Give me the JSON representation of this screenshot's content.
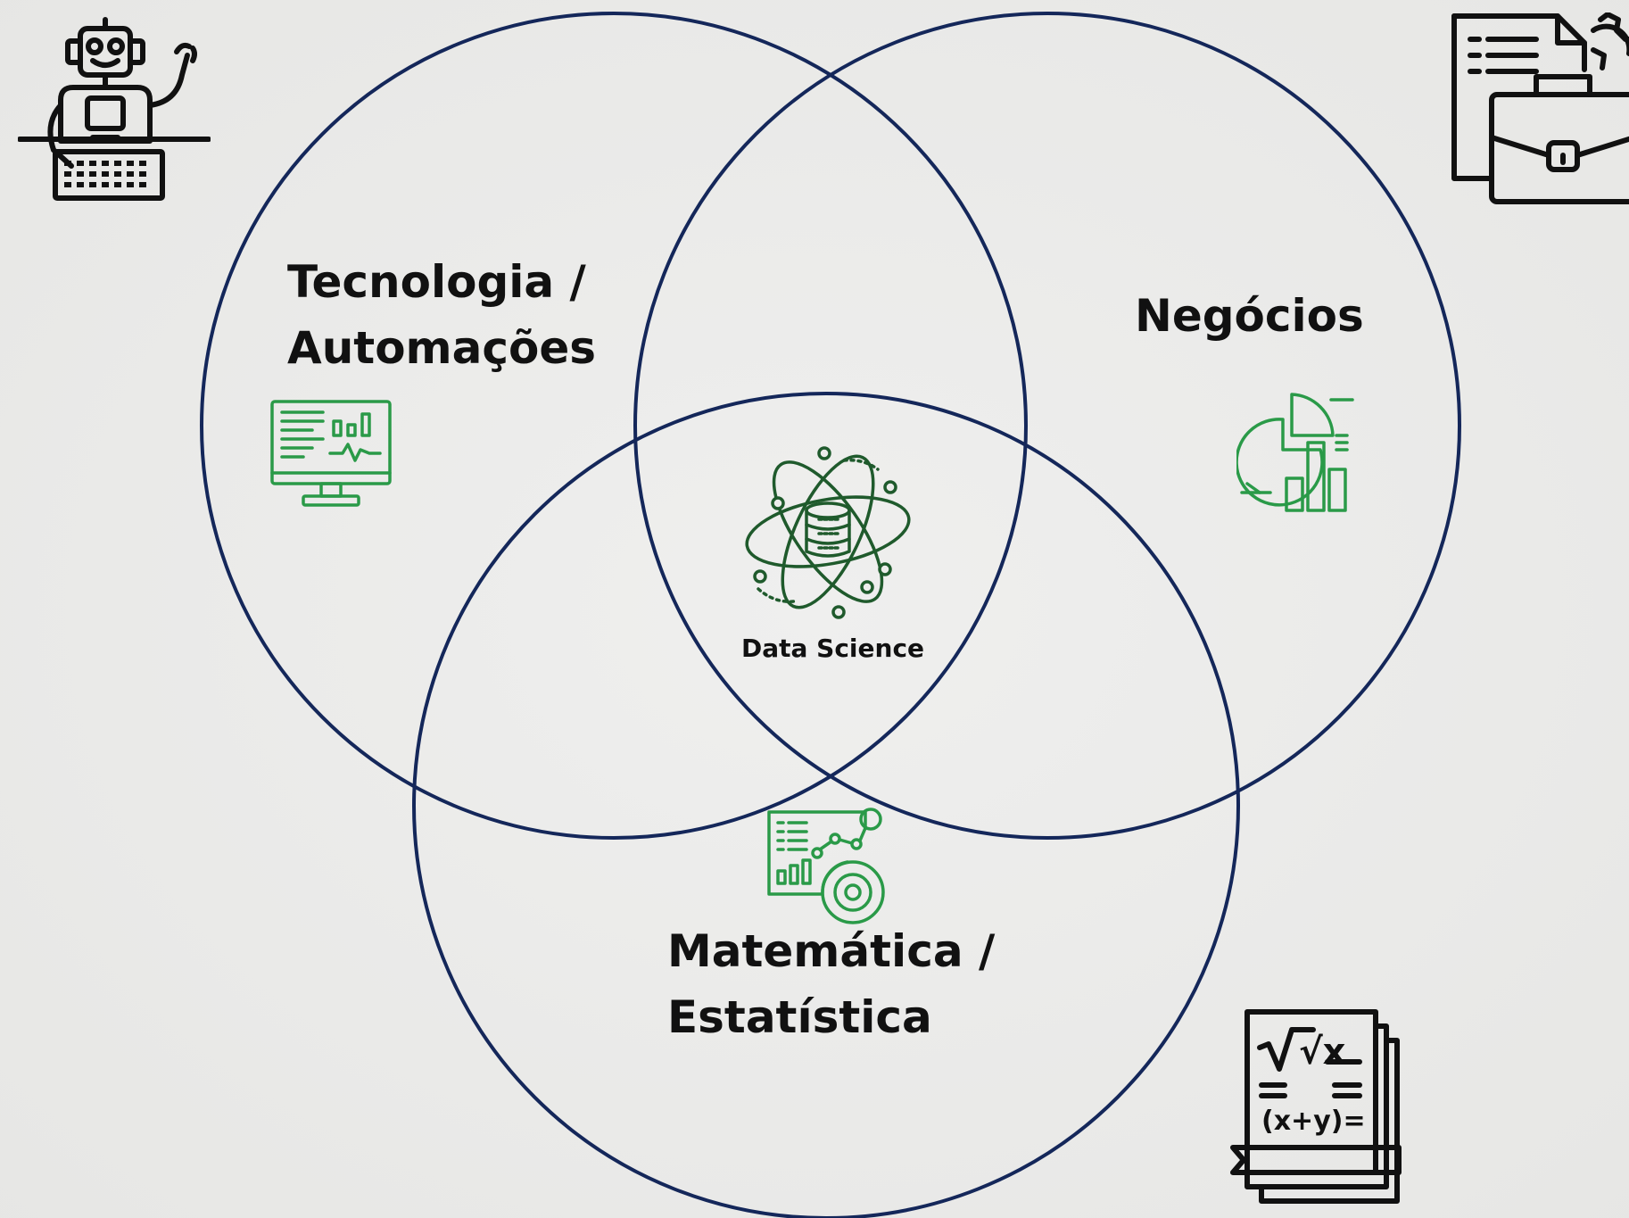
{
  "diagram": {
    "sets": [
      {
        "id": "tecnologia",
        "line1": "Tecnologia /",
        "line2": "Automações"
      },
      {
        "id": "negocios",
        "line1": "Negócios"
      },
      {
        "id": "matematica",
        "line1": "Matemática /",
        "line2": "Estatística"
      }
    ],
    "center": {
      "label": "Data Science"
    }
  },
  "colors": {
    "circle_stroke": "#14275a",
    "icon_green": "#2a9a48",
    "icon_dark_green": "#1f5a2c",
    "icon_black": "#111111",
    "background": "#ececeb"
  },
  "icons": {
    "top_left": "robot-at-keyboard-icon",
    "top_right": "document-briefcase-gear-icon",
    "bottom_right": "math-book-icon",
    "tech": "monitor-dashboard-icon",
    "business": "pie-bar-chart-icon",
    "math": "analytics-report-icon",
    "center": "database-atom-icon",
    "math_book_text_1": "√x",
    "math_book_text_2": "(x+y)="
  }
}
